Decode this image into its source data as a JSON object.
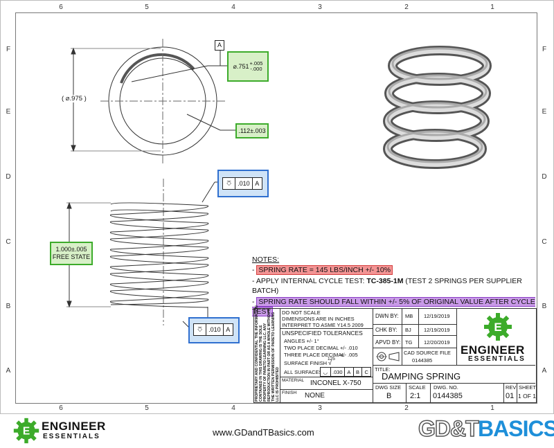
{
  "zones": {
    "columns": [
      "6",
      "5",
      "4",
      "3",
      "2",
      "1"
    ],
    "rows": [
      "F",
      "E",
      "D",
      "C",
      "B",
      "A"
    ]
  },
  "dims": {
    "datum_a": "A",
    "diameter_id": "⌀.751",
    "id_tol_plus": "+.005",
    "id_tol_minus": "-.000",
    "diameter_od": "( ⌀.975 )",
    "wire": ".112±.003",
    "fcf_top_value": ".010",
    "fcf_top_datum": "A",
    "length_line1": "1.000±.005",
    "length_line2": "FREE STATE",
    "fcf_bottom_value": ".010",
    "fcf_bottom_datum": "A"
  },
  "notes": {
    "title": "NOTES:",
    "line1": "SPRING RATE = 145 LBS/INCH +/- 10%",
    "line2_pre": "APPLY INTERNAL CYCLE TEST:",
    "line2_bold": "TC-385-1M",
    "line2_post": "(TEST 2 SPRINGS PER SUPPLIER BATCH)",
    "line3": "SPRING RATE SHOULD FALL WITHIN +/- 5% OF ORIGINAL VALUE AFTER CYCLE TEST",
    "dash": "-"
  },
  "title_block": {
    "proprietary": "PROPRIETARY AND CONFIDENTIAL THE INFORMATION CONTAINED IN THIS DRAWING IS THE SOLE PROPERTY OF PARETO LEARNING LLC. ANY REPRODUCTION IN PART OR AS A WHOLE WITHOUT THE WRITTEN PERMISSION OF PARETO LEARNING LLC IS PROHIBITED",
    "scale_note1": "DO NOT SCALE",
    "scale_note2": "DIMENSIONS ARE IN INCHES",
    "scale_note3": "INTERPRET TO ASME Y14.5 2009",
    "unspecified": "UNSPECIFIED TOLERANCES",
    "angles": "ANGLES +/- 1°",
    "two_place": "TWO PLACE DECIMAL",
    "two_place_val": "+/- .010",
    "three_place": "THREE PLACE DECIMAL",
    "three_place_val": "+/- .005",
    "surface_finish": "SURFACE FINISH",
    "surface_value": "125",
    "all_surfaces": "ALL SURFACES",
    "all_surf_tol": ".030",
    "all_surf_a": "A",
    "all_surf_b": "B",
    "all_surf_c": "C",
    "material_label": "MATERIAL",
    "material": "INCONEL X-750",
    "finish_label": "FINISH",
    "finish": "NONE",
    "dwn_by_label": "DWN BY:",
    "dwn_by": "MB",
    "dwn_date": "12/19/2019",
    "chk_by_label": "CHK BY:",
    "chk_by": "BJ",
    "chk_date": "12/19/2019",
    "apvd_by_label": "APVD BY:",
    "apvd_by": "TG",
    "apvd_date": "12/20/2019",
    "cad_label": "CAD SOURCE FILE",
    "cad_value": "0144385",
    "title_label": "TITLE:",
    "title": "DAMPING SPRING",
    "dwg_size_label": "DWG SIZE",
    "dwg_size": "B",
    "scale_label": "SCALE",
    "scale": "2:1",
    "dwg_no_label": "DWG. NO.",
    "dwg_no": "0144385",
    "rev_label": "REV",
    "rev": "01",
    "sheet_label": "SHEET",
    "sheet": "1 OF 1",
    "logo_line1": "ENGINEER",
    "logo_line2": "ESSENTIALS"
  },
  "footer": {
    "logo_line1": "ENGINEER",
    "logo_line2": "ESSENTIALS",
    "url": "www.GDandTBasics.com",
    "brand_left": "GD&T",
    "brand_right": "BASICS"
  },
  "colors": {
    "green": "#3cab2a",
    "blue": "#2f6fcf",
    "red_highlight": "#f39494",
    "purple_highlight": "#c99ae8"
  }
}
